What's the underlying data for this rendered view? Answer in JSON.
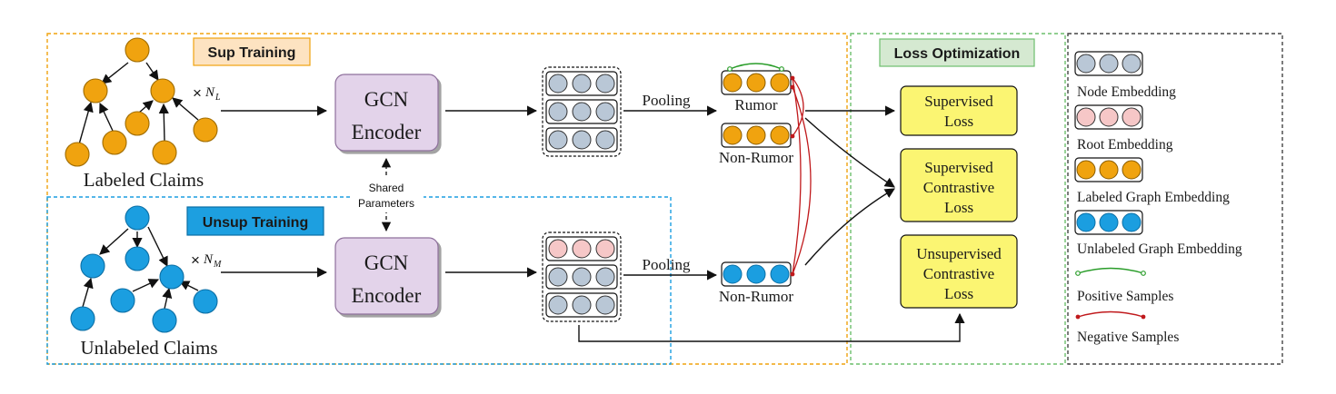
{
  "titles": {
    "sup_training": "Sup Training",
    "unsup_training": "Unsup Training",
    "loss_optimization": "Loss Optimization"
  },
  "labels": {
    "labeled_claims": "Labeled Claims",
    "unlabeled_claims": "Unlabeled Claims",
    "multiplier_sup": "×",
    "n_sup": "N",
    "n_sup_sub": "L",
    "multiplier_unsup": "×",
    "n_unsup": "N",
    "n_unsup_sub": "M",
    "shared_line1": "Shared",
    "shared_line2": "Parameters",
    "pooling_sup": "Pooling",
    "pooling_unsup": "Pooling",
    "rumor": "Rumor",
    "non_rumor_sup": "Non-Rumor",
    "non_rumor_unsup": "Non-Rumor"
  },
  "encoders": {
    "sup": {
      "line1": "GCN",
      "line2": "Encoder"
    },
    "unsup": {
      "line1": "GCN",
      "line2": "Encoder"
    }
  },
  "losses": [
    {
      "lines": [
        "Supervised",
        "Loss"
      ]
    },
    {
      "lines": [
        "Supervised",
        "Contrastive",
        "Loss"
      ]
    },
    {
      "lines": [
        "Unsupervised",
        "Contrastive",
        "Loss"
      ]
    }
  ],
  "legend": [
    {
      "label": "Node Embedding",
      "kind": "node"
    },
    {
      "label": "Root Embedding",
      "kind": "root"
    },
    {
      "label": "Labeled Graph Embedding",
      "kind": "labeled"
    },
    {
      "label": "Unlabeled Graph Embedding",
      "kind": "unlabeled"
    },
    {
      "label": "Positive Samples",
      "kind": "positive"
    },
    {
      "label": "Negative Samples",
      "kind": "negative"
    }
  ],
  "colors": {
    "orange": "#f0a30f",
    "blue": "#1b9ee0",
    "node_gray": "#b9c7d6",
    "root_pink": "#f6c7c7",
    "encoder_fill": "#e3d3ea",
    "loss_fill": "#fbf572",
    "sup_title_fill": "#fde3c1",
    "unsup_title_fill": "#1d9fe0",
    "loss_title_fill": "#d5e9d1",
    "positive": "#2a9d2a",
    "negative": "#c0191c"
  }
}
